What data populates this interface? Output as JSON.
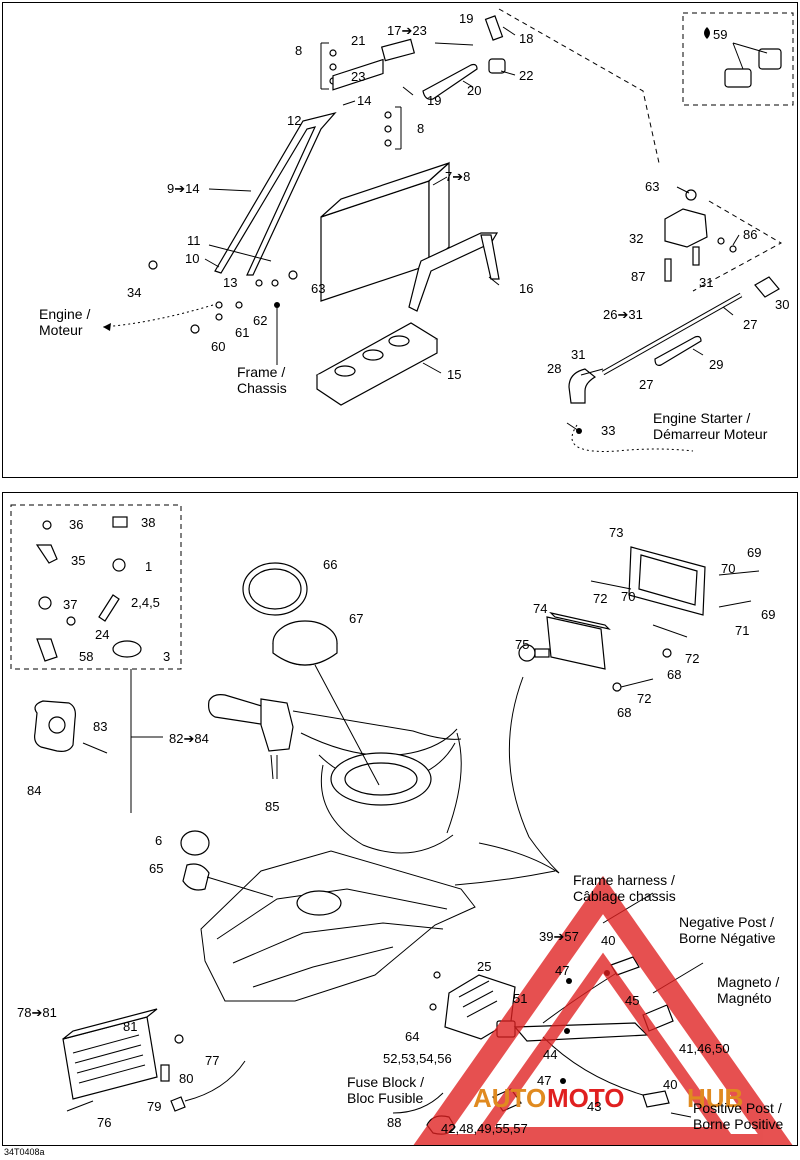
{
  "top": {
    "labels": {
      "l8a": "8",
      "l21": "21",
      "l17_23": "17➔23",
      "l19a": "19",
      "l18": "18",
      "l23": "23",
      "l20": "20",
      "l22": "22",
      "l19b": "19",
      "l14": "14",
      "l12": "12",
      "l8b": "8",
      "l9_14": "9➔14",
      "l7_8": "7➔8",
      "l11": "11",
      "l10": "10",
      "l13": "13",
      "l34": "34",
      "l63a": "63",
      "l62": "62",
      "l61": "61",
      "l60": "60",
      "l16": "16",
      "l15": "15",
      "l59": "59",
      "l63b": "63",
      "l32": "32",
      "l86": "86",
      "l87": "87",
      "l31a": "31",
      "l30": "30",
      "l26_31": "26➔31",
      "l27a": "27",
      "l31b": "31",
      "l28": "28",
      "l29": "29",
      "l27b": "27",
      "l33": "33"
    },
    "captions": {
      "engine": [
        "Engine /",
        "Moteur"
      ],
      "frame": [
        "Frame /",
        "Chassis"
      ],
      "starter": [
        "Engine Starter /",
        "Démarreur Moteur"
      ]
    }
  },
  "bottom": {
    "labels": {
      "l36": "36",
      "l38": "38",
      "l35": "35",
      "l1": "1",
      "l37": "37",
      "l245": "2,4,5",
      "l24": "24",
      "l58": "58",
      "l3": "3",
      "l66": "66",
      "l67": "67",
      "l83": "83",
      "l82_84": "82➔84",
      "l84": "84",
      "l85": "85",
      "l73": "73",
      "l69a": "69",
      "l70a": "70",
      "l72a": "72",
      "l70b": "70",
      "l74": "74",
      "l69b": "69",
      "l71": "71",
      "l75": "75",
      "l72b": "72",
      "l68a": "68",
      "l72c": "72",
      "l68b": "68",
      "l6": "6",
      "l65": "65",
      "l39_57": "39➔57",
      "l40a": "40",
      "l25": "25",
      "l47a": "47",
      "l45": "45",
      "l78_81": "78➔81",
      "l81": "81",
      "l64": "64",
      "l51": "51",
      "l52_56": "52,53,54,56",
      "l44": "44",
      "l41_46_50": "41,46,50",
      "l77": "77",
      "l80": "80",
      "l79": "79",
      "l47b": "47",
      "l40b": "40",
      "l76": "76",
      "l43": "43",
      "l88": "88",
      "l42_57": "42,48,49,55,57"
    },
    "captions": {
      "frame_harness": [
        "Frame harness /",
        "Câblage chassis"
      ],
      "negative_post": [
        "Negative Post /",
        "Borne Négative"
      ],
      "magneto": [
        "Magneto /",
        "Magnéto"
      ],
      "fuse_block": [
        "Fuse Block /",
        "Bloc Fusible"
      ],
      "positive_post": [
        "Positive Post /",
        "Borne Positive"
      ]
    }
  },
  "watermark": {
    "brand_left": "AUTO",
    "brand_mid": "MOTO",
    "brand_right": "HUB",
    "color": "#e02020"
  },
  "drawing_code": "34T0408a"
}
